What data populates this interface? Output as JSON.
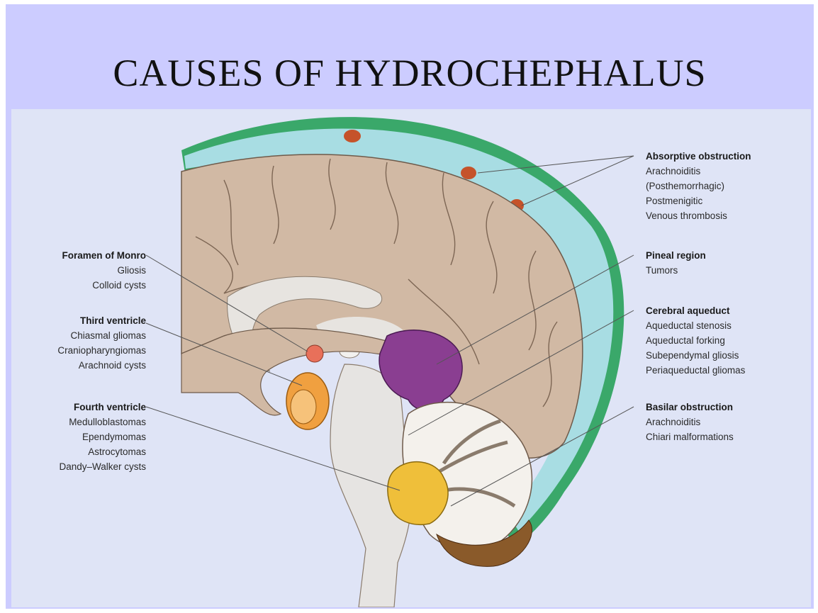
{
  "title": "CAUSES OF HYDROCHEPHALUS",
  "colors": {
    "background": "#ccccff",
    "figure_bg": "#dfe4f6",
    "brain": "#d1b9a4",
    "csf": "#a8dde3",
    "meninges": "#3aa86a",
    "pineal_tumor": "#8a3e91",
    "fourth_ventricle_tumor": "#efbf3a",
    "third_ventricle_tumor": "#f0a040",
    "monro_cyst": "#e8705a"
  },
  "labels": {
    "foramen_monro": {
      "heading": "Foramen of Monro",
      "items": [
        "Gliosis",
        "Colloid cysts"
      ]
    },
    "third_ventricle": {
      "heading": "Third ventricle",
      "items": [
        "Chiasmal gliomas",
        "Craniopharyngiomas",
        "Arachnoid cysts"
      ]
    },
    "fourth_ventricle": {
      "heading": "Fourth ventricle",
      "items": [
        "Medulloblastomas",
        "Ependymomas",
        "Astrocytomas",
        "Dandy–Walker cysts"
      ]
    },
    "absorptive_obstruction": {
      "heading": "Absorptive obstruction",
      "items": [
        "Arachnoiditis",
        "(Posthemorrhagic)",
        "Postmenigitic",
        "Venous thrombosis"
      ]
    },
    "pineal_region": {
      "heading": "Pineal region",
      "items": [
        "Tumors"
      ]
    },
    "cerebral_aqueduct": {
      "heading": "Cerebral aqueduct",
      "items": [
        "Aqueductal stenosis",
        "Aqueductal forking",
        "Subependymal gliosis",
        "Periaqueductal gliomas"
      ]
    },
    "basilar_obstruction": {
      "heading": "Basilar obstruction",
      "items": [
        "Arachnoiditis",
        "Chiari malformations"
      ]
    }
  }
}
